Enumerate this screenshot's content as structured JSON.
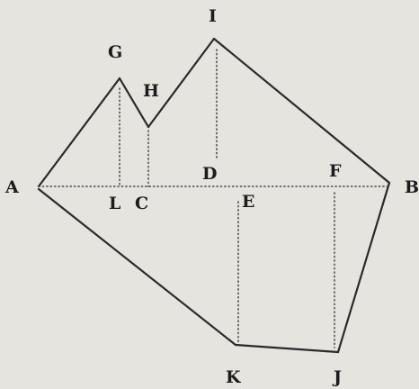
{
  "labels": {
    "A": "A",
    "B": "B",
    "C": "C",
    "D": "D",
    "E": "E",
    "F": "F",
    "G": "G",
    "H": "H",
    "I": "I",
    "J": "J",
    "K": "K",
    "L": "L"
  },
  "colors": {
    "ink": "#2a2a2a",
    "paper": "#e6e4df"
  }
}
